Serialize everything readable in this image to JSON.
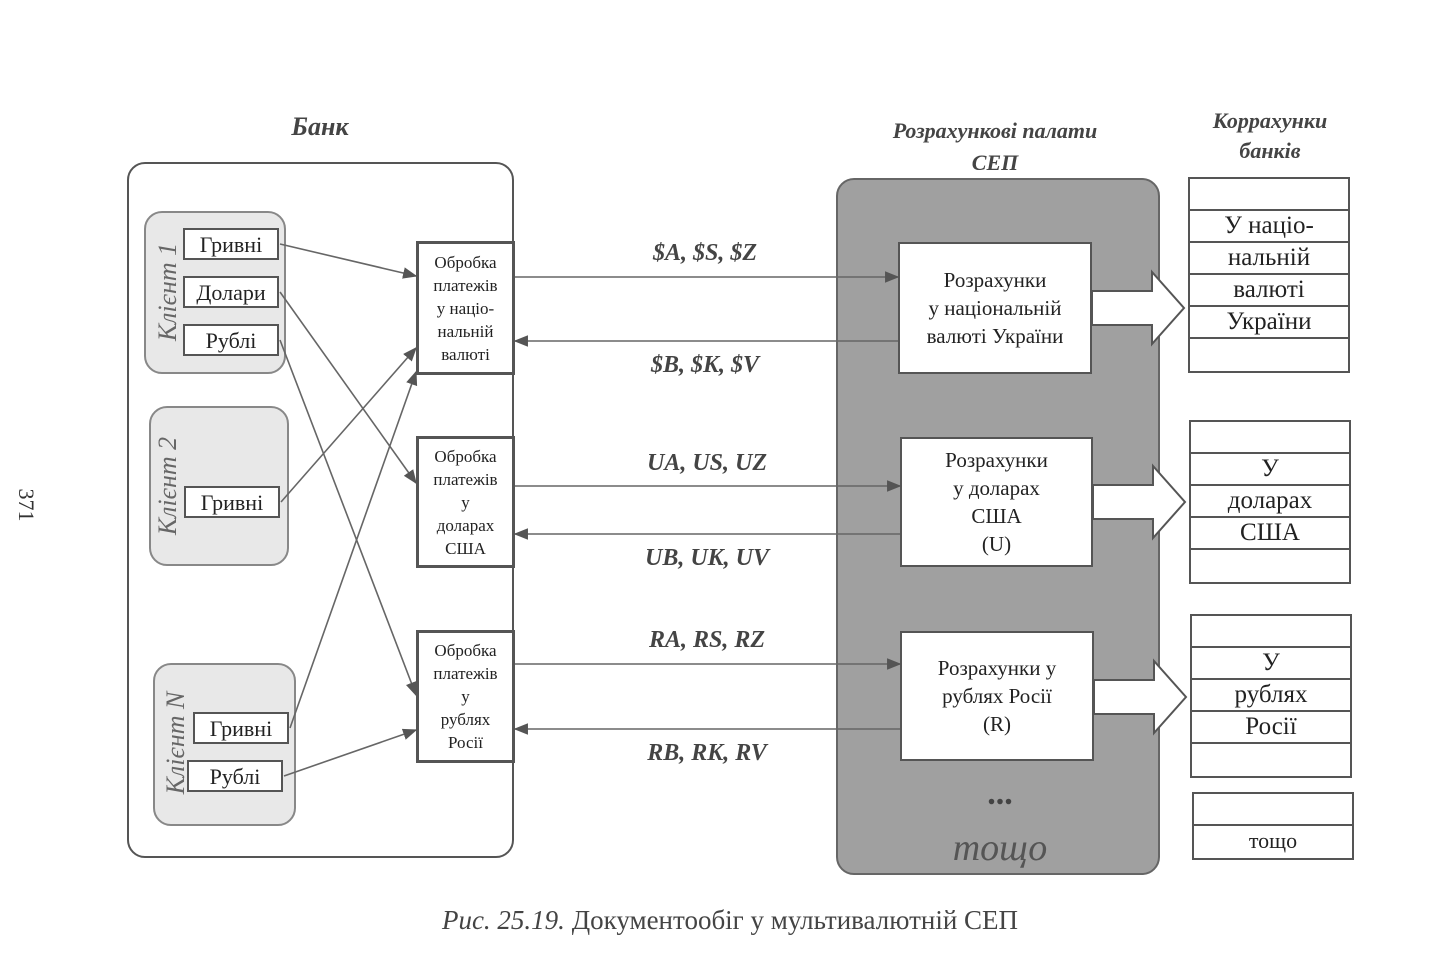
{
  "page_number": "371",
  "bank": {
    "title": "Банк",
    "clients": [
      {
        "label": "Клієнт 1",
        "currencies": [
          "Гривні",
          "Долари",
          "Рублі"
        ]
      },
      {
        "label": "Клієнт 2",
        "currencies": [
          "Гривні"
        ]
      },
      {
        "label": "Клієнт N",
        "currencies": [
          "Гривні",
          "Рублі"
        ]
      }
    ],
    "processing": [
      {
        "lines": [
          "Обробка",
          "платежів",
          "у націо-",
          "нальній",
          "валюті"
        ]
      },
      {
        "lines": [
          "Обробка",
          "платежів",
          "у",
          "доларах",
          "США"
        ]
      },
      {
        "lines": [
          "Обробка",
          "платежів",
          "у",
          "рублях",
          "Росії"
        ]
      }
    ]
  },
  "flows": [
    {
      "out": "$A, $S, $Z",
      "in": "$B, $K, $V"
    },
    {
      "out": "UA, US, UZ",
      "in": "UB, UK, UV"
    },
    {
      "out": "RA, RS, RZ",
      "in": "RB, RK, RV"
    }
  ],
  "clearing": {
    "title_line1": "Розрахункові палати",
    "title_line2": "СЕП",
    "calculations": [
      {
        "lines": [
          "Розрахунки",
          "у національній",
          "валюті України"
        ]
      },
      {
        "lines": [
          "Розрахунки",
          "у доларах",
          "США",
          "(U)"
        ]
      },
      {
        "lines": [
          "Розрахунки у",
          "рублях Росії",
          "(R)"
        ]
      }
    ],
    "ellipsis": "...",
    "etc": "тощо"
  },
  "corr_accounts": {
    "title_line1": "Коррахунки",
    "title_line2": "банків",
    "groups": [
      {
        "rows": [
          "",
          "У націо-",
          "нальній",
          "валюті",
          "України",
          ""
        ]
      },
      {
        "rows": [
          "",
          "У",
          "доларах",
          "США",
          ""
        ]
      },
      {
        "rows": [
          "",
          "У",
          "рублях",
          "Росії",
          ""
        ]
      },
      {
        "rows": [
          "",
          "тощо"
        ]
      }
    ]
  },
  "caption": {
    "prefix": "Рис. 25.19.",
    "text": " Документообіг у мультивалютній СЕП"
  }
}
